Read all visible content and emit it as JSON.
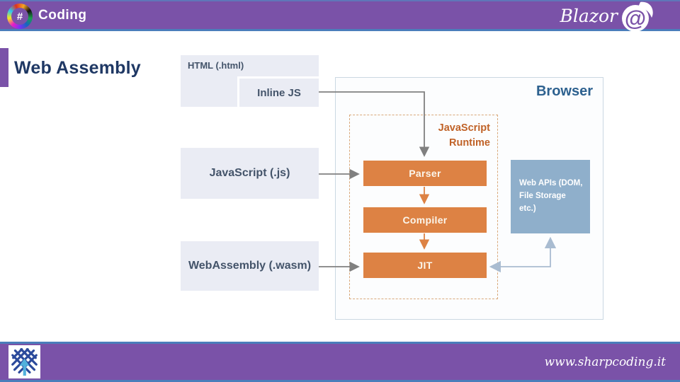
{
  "header": {
    "brand": "Coding",
    "brand_symbol": "#",
    "product": "Blazor",
    "blazor_glyph": "@"
  },
  "title": "Web Assembly",
  "diagram": {
    "sources": {
      "html": "HTML (.html)",
      "inline_js": "Inline JS",
      "js": "JavaScript (.js)",
      "wasm": "WebAssembly (.wasm)"
    },
    "browser_label": "Browser",
    "runtime_label": "JavaScript Runtime",
    "pipeline": [
      "Parser",
      "Compiler",
      "JIT"
    ],
    "web_apis_line1": "Web APIs (DOM,",
    "web_apis_line2": "File Storage etc.)"
  },
  "footer": {
    "url": "www.sharpcoding.it"
  },
  "colors": {
    "purple": "#7A52A8",
    "blue_border": "#4A7EBB",
    "title_navy": "#1F3864",
    "source_box_fill": "#EAECF4",
    "source_box_text": "#44546A",
    "browser_label_blue": "#2D618F",
    "orange_box": "#DD8244",
    "orange_text": "#C06227",
    "web_apis_fill": "#8FAFCB",
    "arrow_gray": "#808080",
    "arrow_steel": "#A9BCD1"
  }
}
